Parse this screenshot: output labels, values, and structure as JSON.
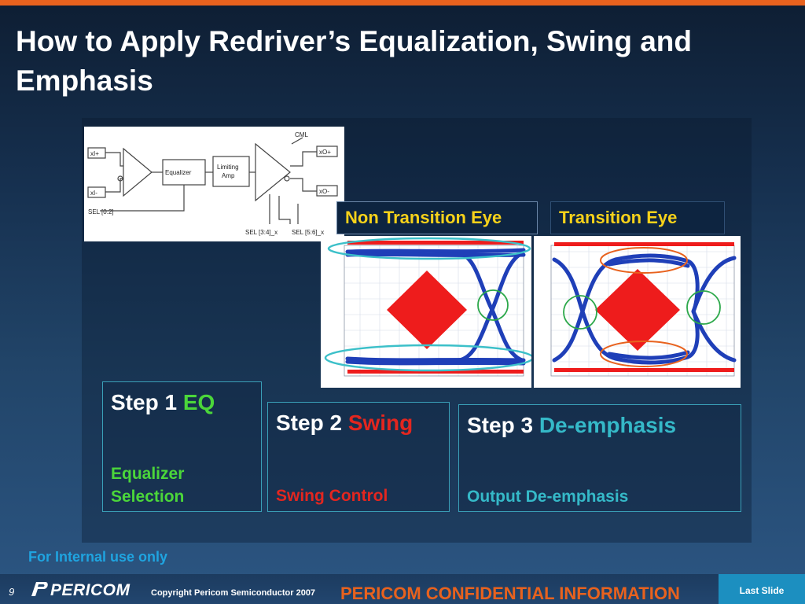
{
  "slide": {
    "title": "How to Apply Redriver’s Equalization, Swing and Emphasis",
    "page_number": "9"
  },
  "block_diagram": {
    "input_pos": "xI+",
    "input_neg": "xI-",
    "equalizer": "Equalizer",
    "limiting_amp_line1": "Limiting",
    "limiting_amp_line2": "Amp",
    "cml": "CML",
    "output_pos": "xO+",
    "output_neg": "xO-",
    "sel_eq": "SEL [0:2]",
    "sel_swing": "SEL [3:4]_x",
    "sel_emph": "SEL [5:6]_x"
  },
  "eye_labels": {
    "non_transition": "Non Transition Eye",
    "transition": "Transition Eye"
  },
  "steps": [
    {
      "prefix": "Step 1",
      "keyword": "EQ",
      "desc_line1": "Equalizer",
      "desc_line2": "Selection"
    },
    {
      "prefix": "Step 2",
      "keyword": "Swing",
      "desc_line1": "Swing Control"
    },
    {
      "prefix": "Step 3",
      "keyword": "De-emphasis",
      "desc_line1": "Output De-emphasis"
    }
  ],
  "footer": {
    "internal_note": "For Internal use only",
    "logo": "PERICOM",
    "copyright": "Copyright Pericom Semiconductor 2007",
    "confidential": "PERICOM CONFIDENTIAL INFORMATION",
    "last_slide": "Last Slide"
  },
  "colors": {
    "accent_orange": "#e8621e",
    "eye_label_yellow": "#f7d21a",
    "eq_green": "#4bd63a",
    "swing_red": "#e3261f",
    "emphasis_teal": "#35b9c8",
    "eye_trace_blue": "#1f3fb8",
    "mask_red": "#ee1c1c"
  }
}
